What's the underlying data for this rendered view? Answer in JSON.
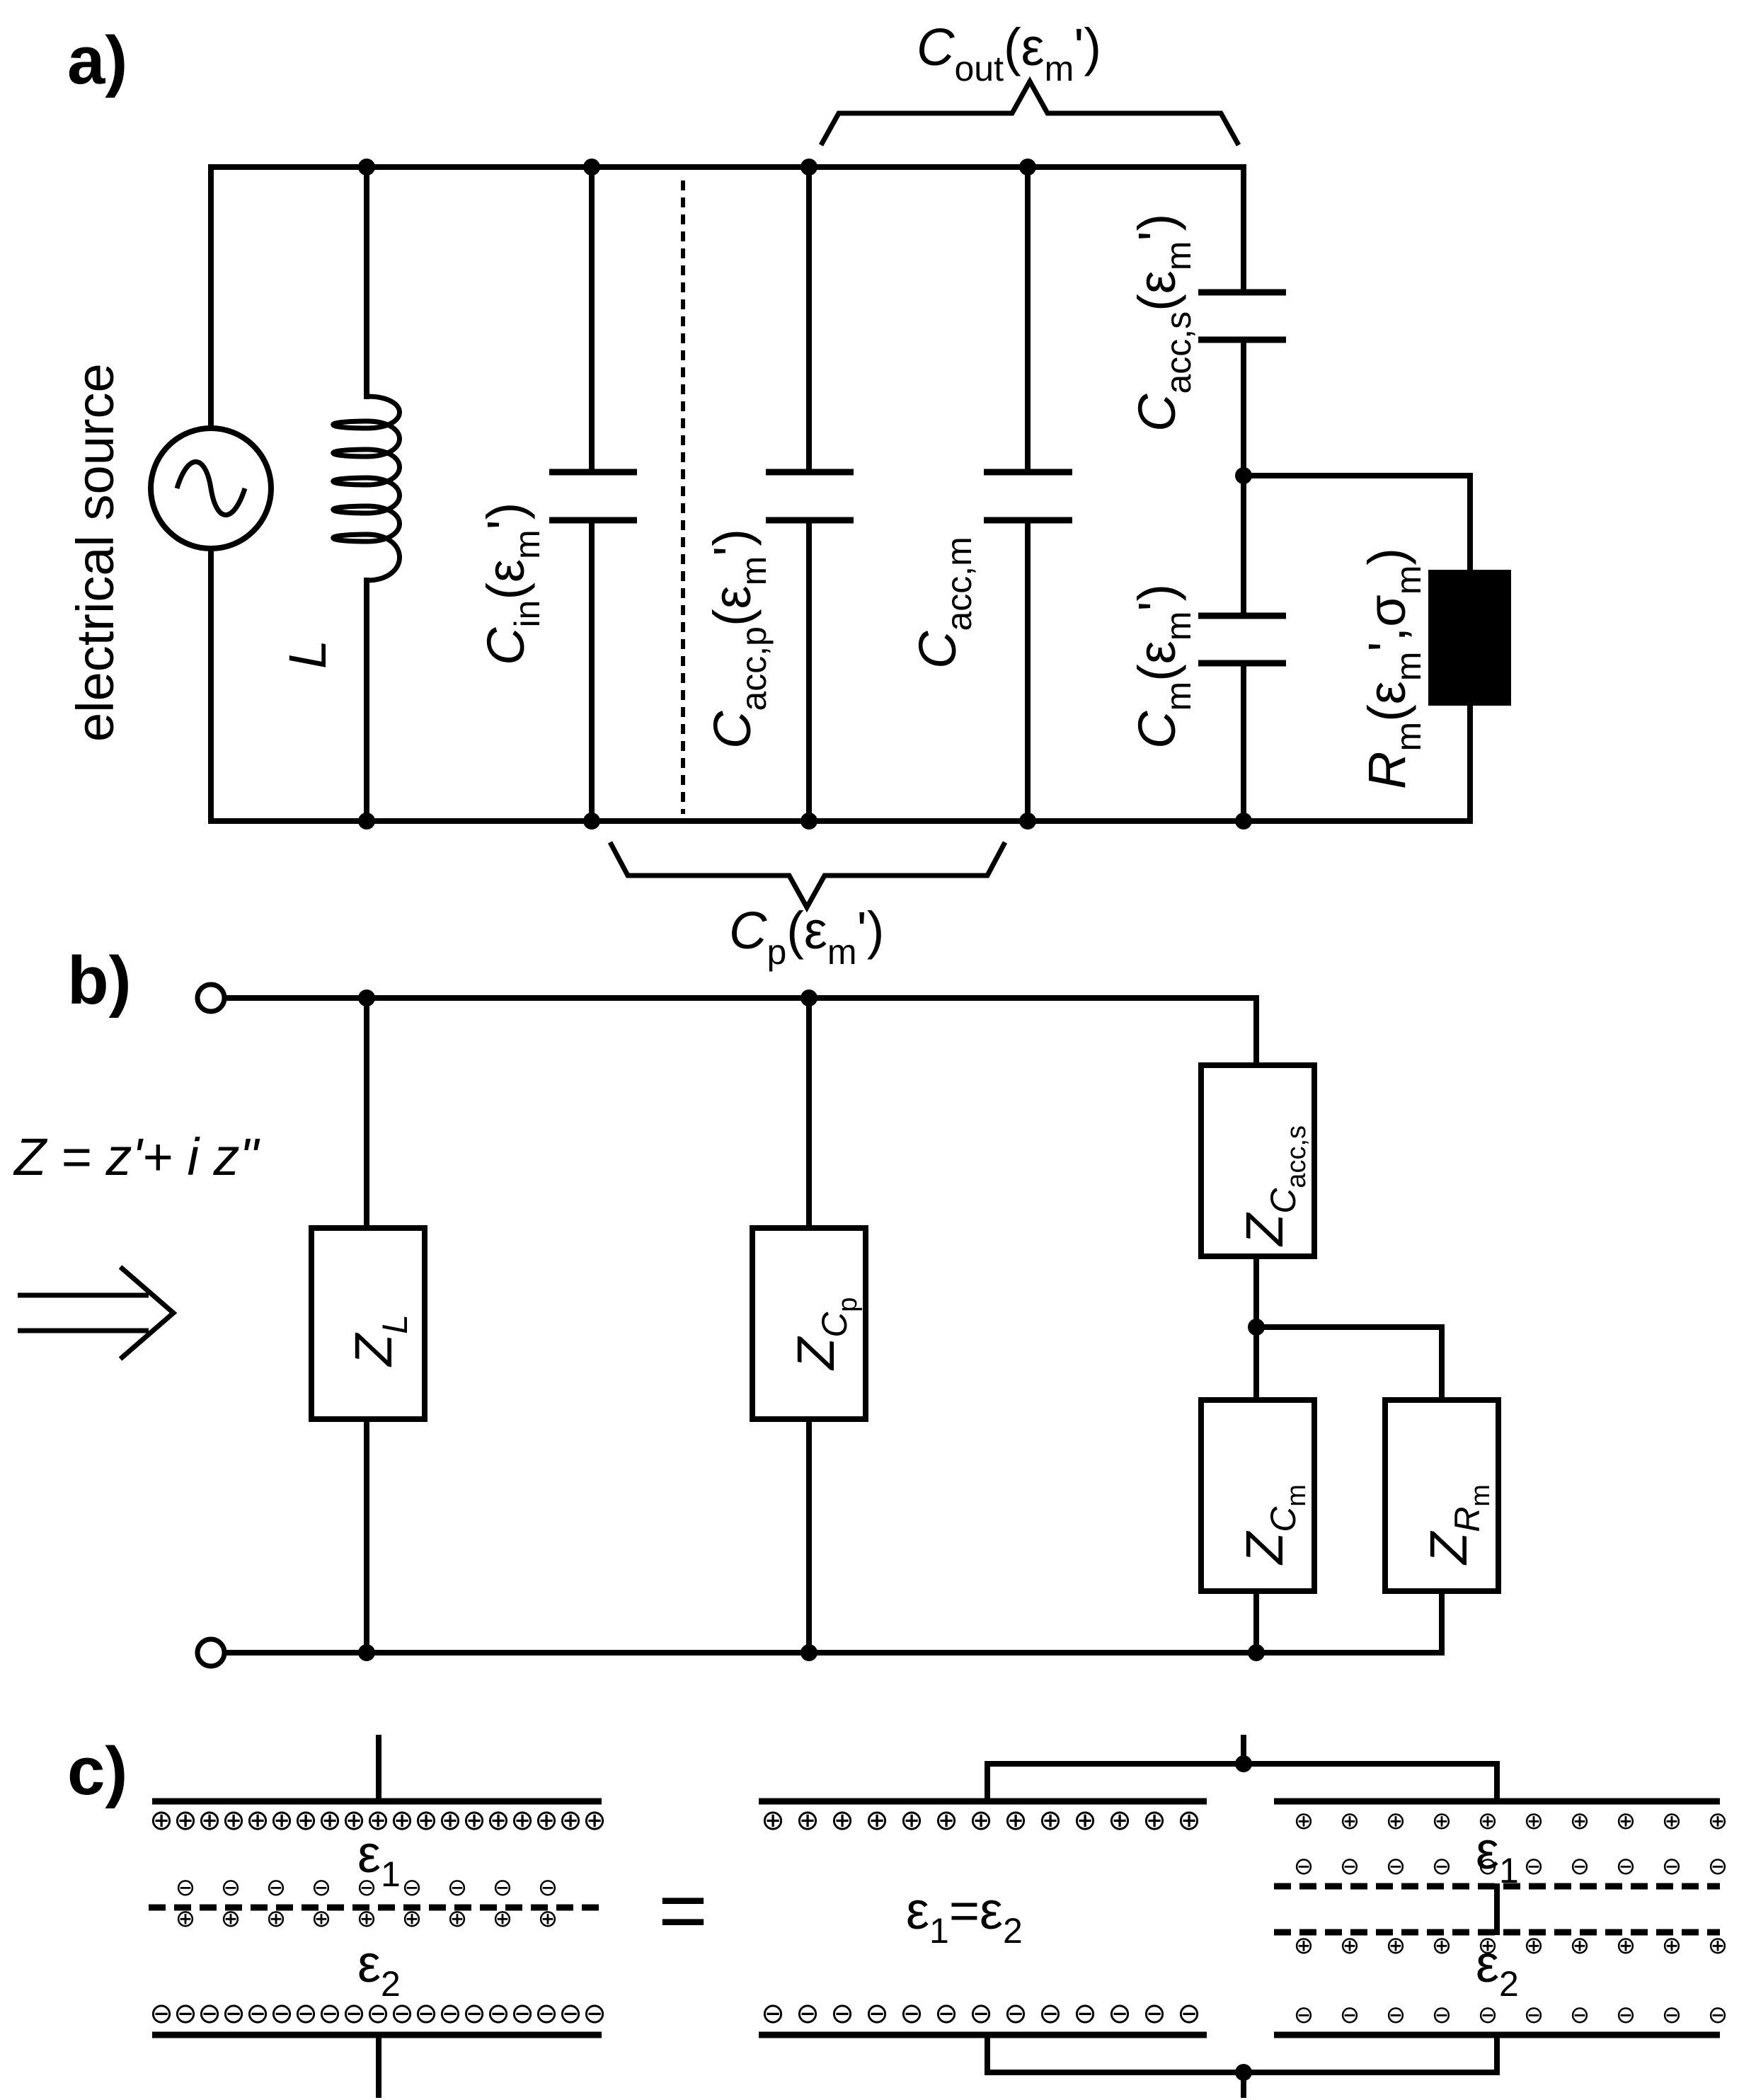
{
  "panels": {
    "a": "a)",
    "b": "b)",
    "c": "c)"
  },
  "panel_a": {
    "source_label": "electrical source",
    "inductor": {
      "main": "L"
    },
    "c_in": {
      "main": "C",
      "sub": "in",
      "arg_open": "(ε",
      "arg_sub": "m",
      "arg_close": "')"
    },
    "c_acc_p": {
      "main": "C",
      "sub": "acc,p",
      "arg_open": "(ε",
      "arg_sub": "m",
      "arg_close": "')"
    },
    "c_acc_m": {
      "main": "C",
      "sub": "acc,m"
    },
    "c_acc_s": {
      "main": "C",
      "sub": "acc,s",
      "arg_open": "(ε",
      "arg_sub": "m",
      "arg_close": "')"
    },
    "c_m": {
      "main": "C",
      "sub": "m",
      "arg_open": "(ε",
      "arg_sub": "m",
      "arg_close": "')"
    },
    "r_m": {
      "main": "R",
      "sub": "m",
      "arg_open": "(ε",
      "arg_sub": "m",
      "arg_mid": "',σ",
      "arg_sub2": "m",
      "arg_close": ")"
    },
    "c_out": {
      "main": "C",
      "sub": "out",
      "arg_open": "(ε",
      "arg_sub": "m",
      "arg_close": "')"
    },
    "c_p": {
      "main": "C",
      "sub": "p",
      "arg_open": "(ε",
      "arg_sub": "m",
      "arg_close": "')"
    }
  },
  "panel_b": {
    "impedance_eq": "Z = z'+ i z\"",
    "z_l": {
      "main": "Z",
      "sub": "L"
    },
    "z_cp": {
      "main": "Z",
      "sub": "C",
      "subsub": "p"
    },
    "z_cacc_s": {
      "main": "Z",
      "sub": "C",
      "subsub": "acc,s"
    },
    "z_cm": {
      "main": "Z",
      "sub": "C",
      "subsub": "m"
    },
    "z_rm": {
      "main": "Z",
      "sub": "R",
      "subsub": "m"
    }
  },
  "panel_c": {
    "eps1": {
      "main": "ε",
      "sub": "1"
    },
    "eps2": {
      "main": "ε",
      "sub": "2"
    },
    "equals": "=",
    "equality": {
      "a": "ε",
      "a_sub": "1",
      "eq": "=",
      "b": "ε",
      "b_sub": "2"
    },
    "plus": "⊕",
    "minus": "⊖"
  }
}
